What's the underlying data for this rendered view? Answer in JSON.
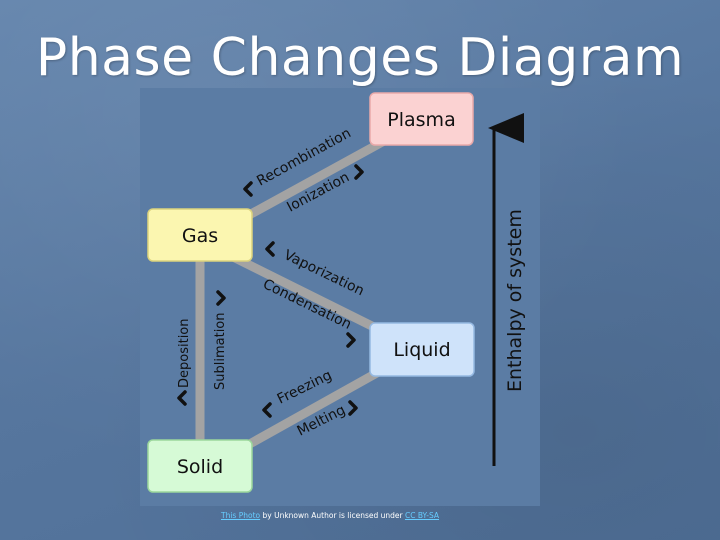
{
  "title": "Phase Changes Diagram",
  "states": {
    "plasma": "Plasma",
    "gas": "Gas",
    "liquid": "Liquid",
    "solid": "Solid"
  },
  "transitions": {
    "recombination": "Recombination",
    "ionization": "Ionization",
    "vaporization": "Vaporization",
    "condensation": "Condensation",
    "deposition": "Deposition",
    "sublimation": "Sublimation",
    "freezing": "Freezing",
    "melting": "Melting"
  },
  "axis_label": "Enthalpy of system",
  "credit": {
    "link_text": "This Photo",
    "middle": " by Unknown Author is licensed under ",
    "license": "CC BY-SA"
  },
  "colors": {
    "plasma_fill": "#fbd2d2",
    "gas_fill": "#fbf6b0",
    "liquid_fill": "#cfe3fa",
    "solid_fill": "#d6fad6",
    "connector": "#a3a3a3",
    "text_dark": "#111111"
  }
}
